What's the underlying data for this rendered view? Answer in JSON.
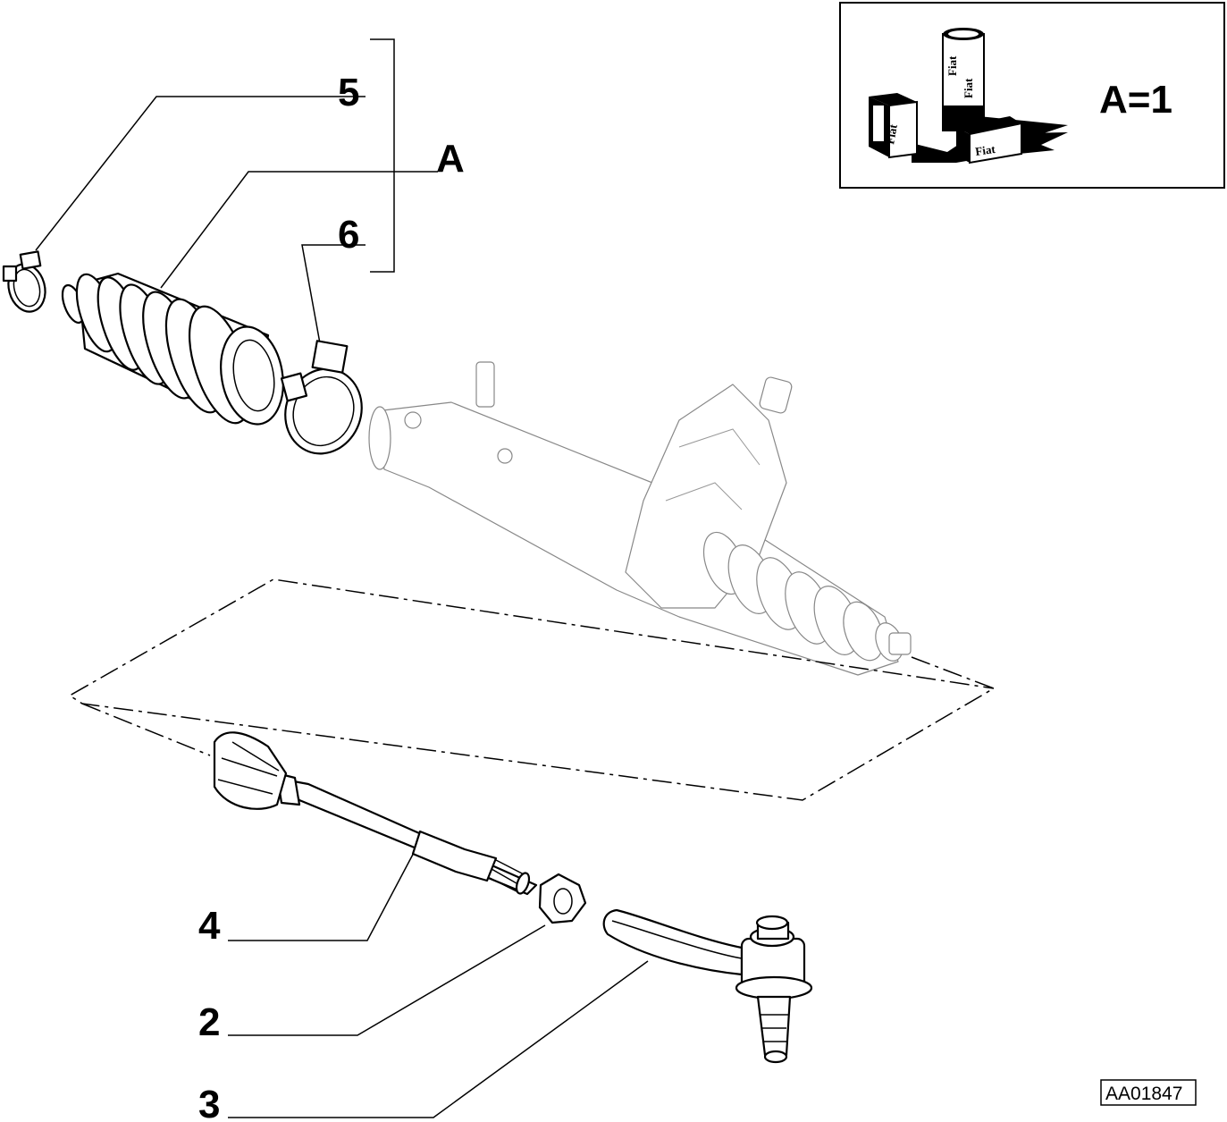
{
  "callouts": {
    "label_5": "5",
    "label_a": "A",
    "label_6": "6",
    "label_4": "4",
    "label_2": "2",
    "label_3": "3"
  },
  "legend": {
    "text": "A=1",
    "can_label": "Fiat",
    "box_label_left": "Fiat",
    "box_label_right": "Fiat"
  },
  "drawing_code": "AA01847"
}
